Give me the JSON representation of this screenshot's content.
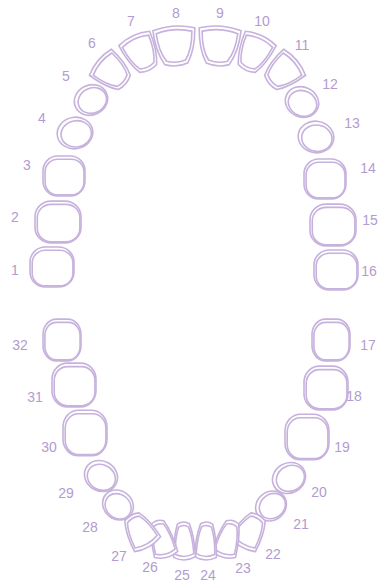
{
  "diagram": {
    "labels": [
      "1",
      "2",
      "3",
      "4",
      "5",
      "6",
      "7",
      "8",
      "9",
      "10",
      "11",
      "12",
      "13",
      "14",
      "15",
      "16",
      "17",
      "18",
      "19",
      "20",
      "21",
      "22",
      "23",
      "24",
      "25",
      "26",
      "27",
      "28",
      "29",
      "30",
      "31",
      "32"
    ]
  }
}
